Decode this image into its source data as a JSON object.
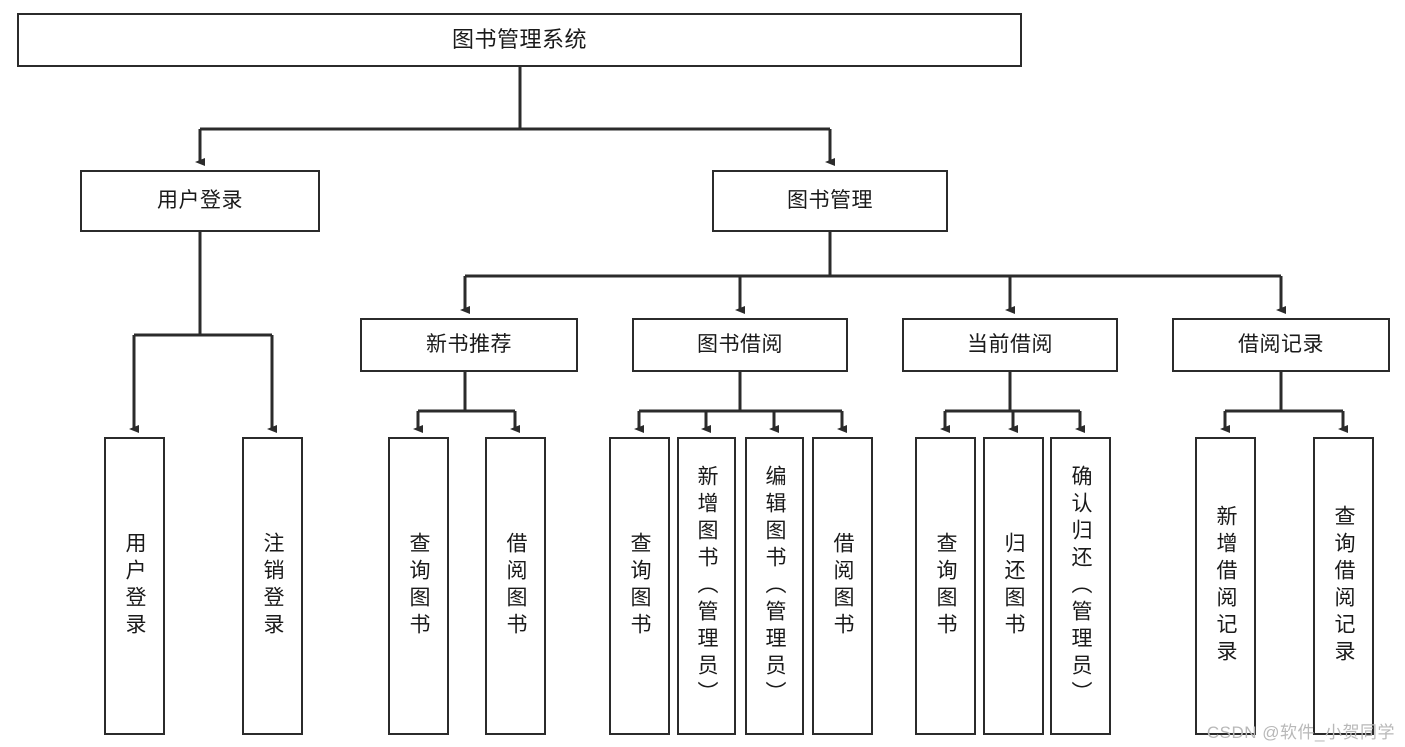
{
  "diagram": {
    "title": "图书管理系统",
    "watermark": "CSDN @软件_小贺同学",
    "colors": {
      "box_border": "#2b2b2b",
      "box_fill": "#ffffff",
      "connector": "#2b2b2b",
      "text": "#1a1a1a",
      "watermark": "#b8b8b8",
      "background": "#ffffff"
    },
    "levels": {
      "level1": [
        {
          "id": "root",
          "label": "图书管理系统"
        }
      ],
      "level2": [
        {
          "id": "user-login",
          "label": "用户登录"
        },
        {
          "id": "book-manage",
          "label": "图书管理"
        }
      ],
      "level3": [
        {
          "id": "new-book-recommend",
          "label": "新书推荐"
        },
        {
          "id": "book-borrow",
          "label": "图书借阅"
        },
        {
          "id": "current-borrow",
          "label": "当前借阅"
        },
        {
          "id": "borrow-record",
          "label": "借阅记录"
        }
      ],
      "level4": [
        {
          "id": "leaf-user-login",
          "label": "用户登录",
          "parent": "user-login"
        },
        {
          "id": "leaf-user-logout",
          "label": "注销登录",
          "parent": "user-login"
        },
        {
          "id": "leaf-query-book-1",
          "label": "查询图书",
          "parent": "new-book-recommend"
        },
        {
          "id": "leaf-borrow-book-1",
          "label": "借阅图书",
          "parent": "new-book-recommend"
        },
        {
          "id": "leaf-query-book-2",
          "label": "查询图书",
          "parent": "book-borrow"
        },
        {
          "id": "leaf-add-book",
          "label": "新增图书（管理员）",
          "parent": "book-borrow"
        },
        {
          "id": "leaf-edit-book",
          "label": "编辑图书（管理员）",
          "parent": "book-borrow"
        },
        {
          "id": "leaf-borrow-book-2",
          "label": "借阅图书",
          "parent": "book-borrow"
        },
        {
          "id": "leaf-query-book-3",
          "label": "查询图书",
          "parent": "current-borrow"
        },
        {
          "id": "leaf-return-book",
          "label": "归还图书",
          "parent": "current-borrow"
        },
        {
          "id": "leaf-confirm-return",
          "label": "确认归还（管理员）",
          "parent": "current-borrow"
        },
        {
          "id": "leaf-add-record",
          "label": "新增借阅记录",
          "parent": "borrow-record"
        },
        {
          "id": "leaf-query-record",
          "label": "查询借阅记录",
          "parent": "borrow-record"
        }
      ]
    }
  }
}
